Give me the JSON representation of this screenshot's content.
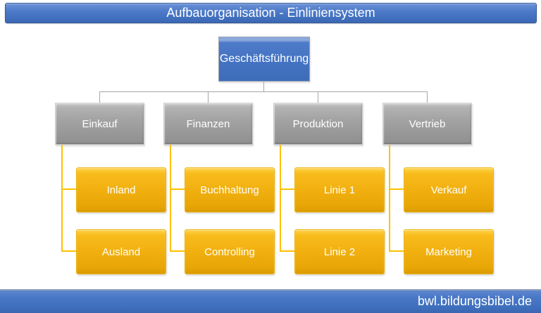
{
  "title_bar": {
    "text": "Aufbauorganisation - Einliniensystem"
  },
  "footer_bar": {
    "text": "bwl.bildungsbibel.de"
  },
  "org_chart": {
    "root": {
      "label": "Geschäftsführung"
    },
    "departments": [
      {
        "label": "Einkauf",
        "children": [
          {
            "label": "Inland"
          },
          {
            "label": "Ausland"
          }
        ]
      },
      {
        "label": "Finanzen",
        "children": [
          {
            "label": "Buchhaltung"
          },
          {
            "label": "Controlling"
          }
        ]
      },
      {
        "label": "Produktion",
        "children": [
          {
            "label": "Linie 1"
          },
          {
            "label": "Linie 2"
          }
        ]
      },
      {
        "label": "Vertrieb",
        "children": [
          {
            "label": "Verkauf"
          },
          {
            "label": "Marketing"
          }
        ]
      }
    ]
  },
  "colors": {
    "accent_blue": "#4472C4",
    "node_gray": "#9E9E9E",
    "node_gold": "#F1B010",
    "connector_gray": "#A6A6A6",
    "connector_gold": "#FFC000",
    "footer_blue": "#4070BD",
    "text_white": "#FFFFFF"
  }
}
